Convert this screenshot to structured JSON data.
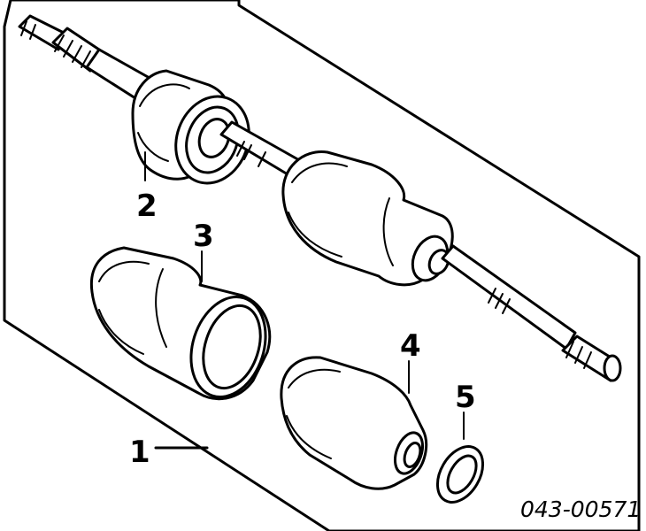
{
  "callouts": [
    {
      "id": "1",
      "text": "1"
    },
    {
      "id": "2",
      "text": "2"
    },
    {
      "id": "3",
      "text": "3"
    },
    {
      "id": "4",
      "text": "4"
    },
    {
      "id": "5",
      "text": "5"
    }
  ],
  "diagram_code": "043-00571",
  "colors": {
    "ink": "#000000",
    "paper": "#ffffff"
  }
}
